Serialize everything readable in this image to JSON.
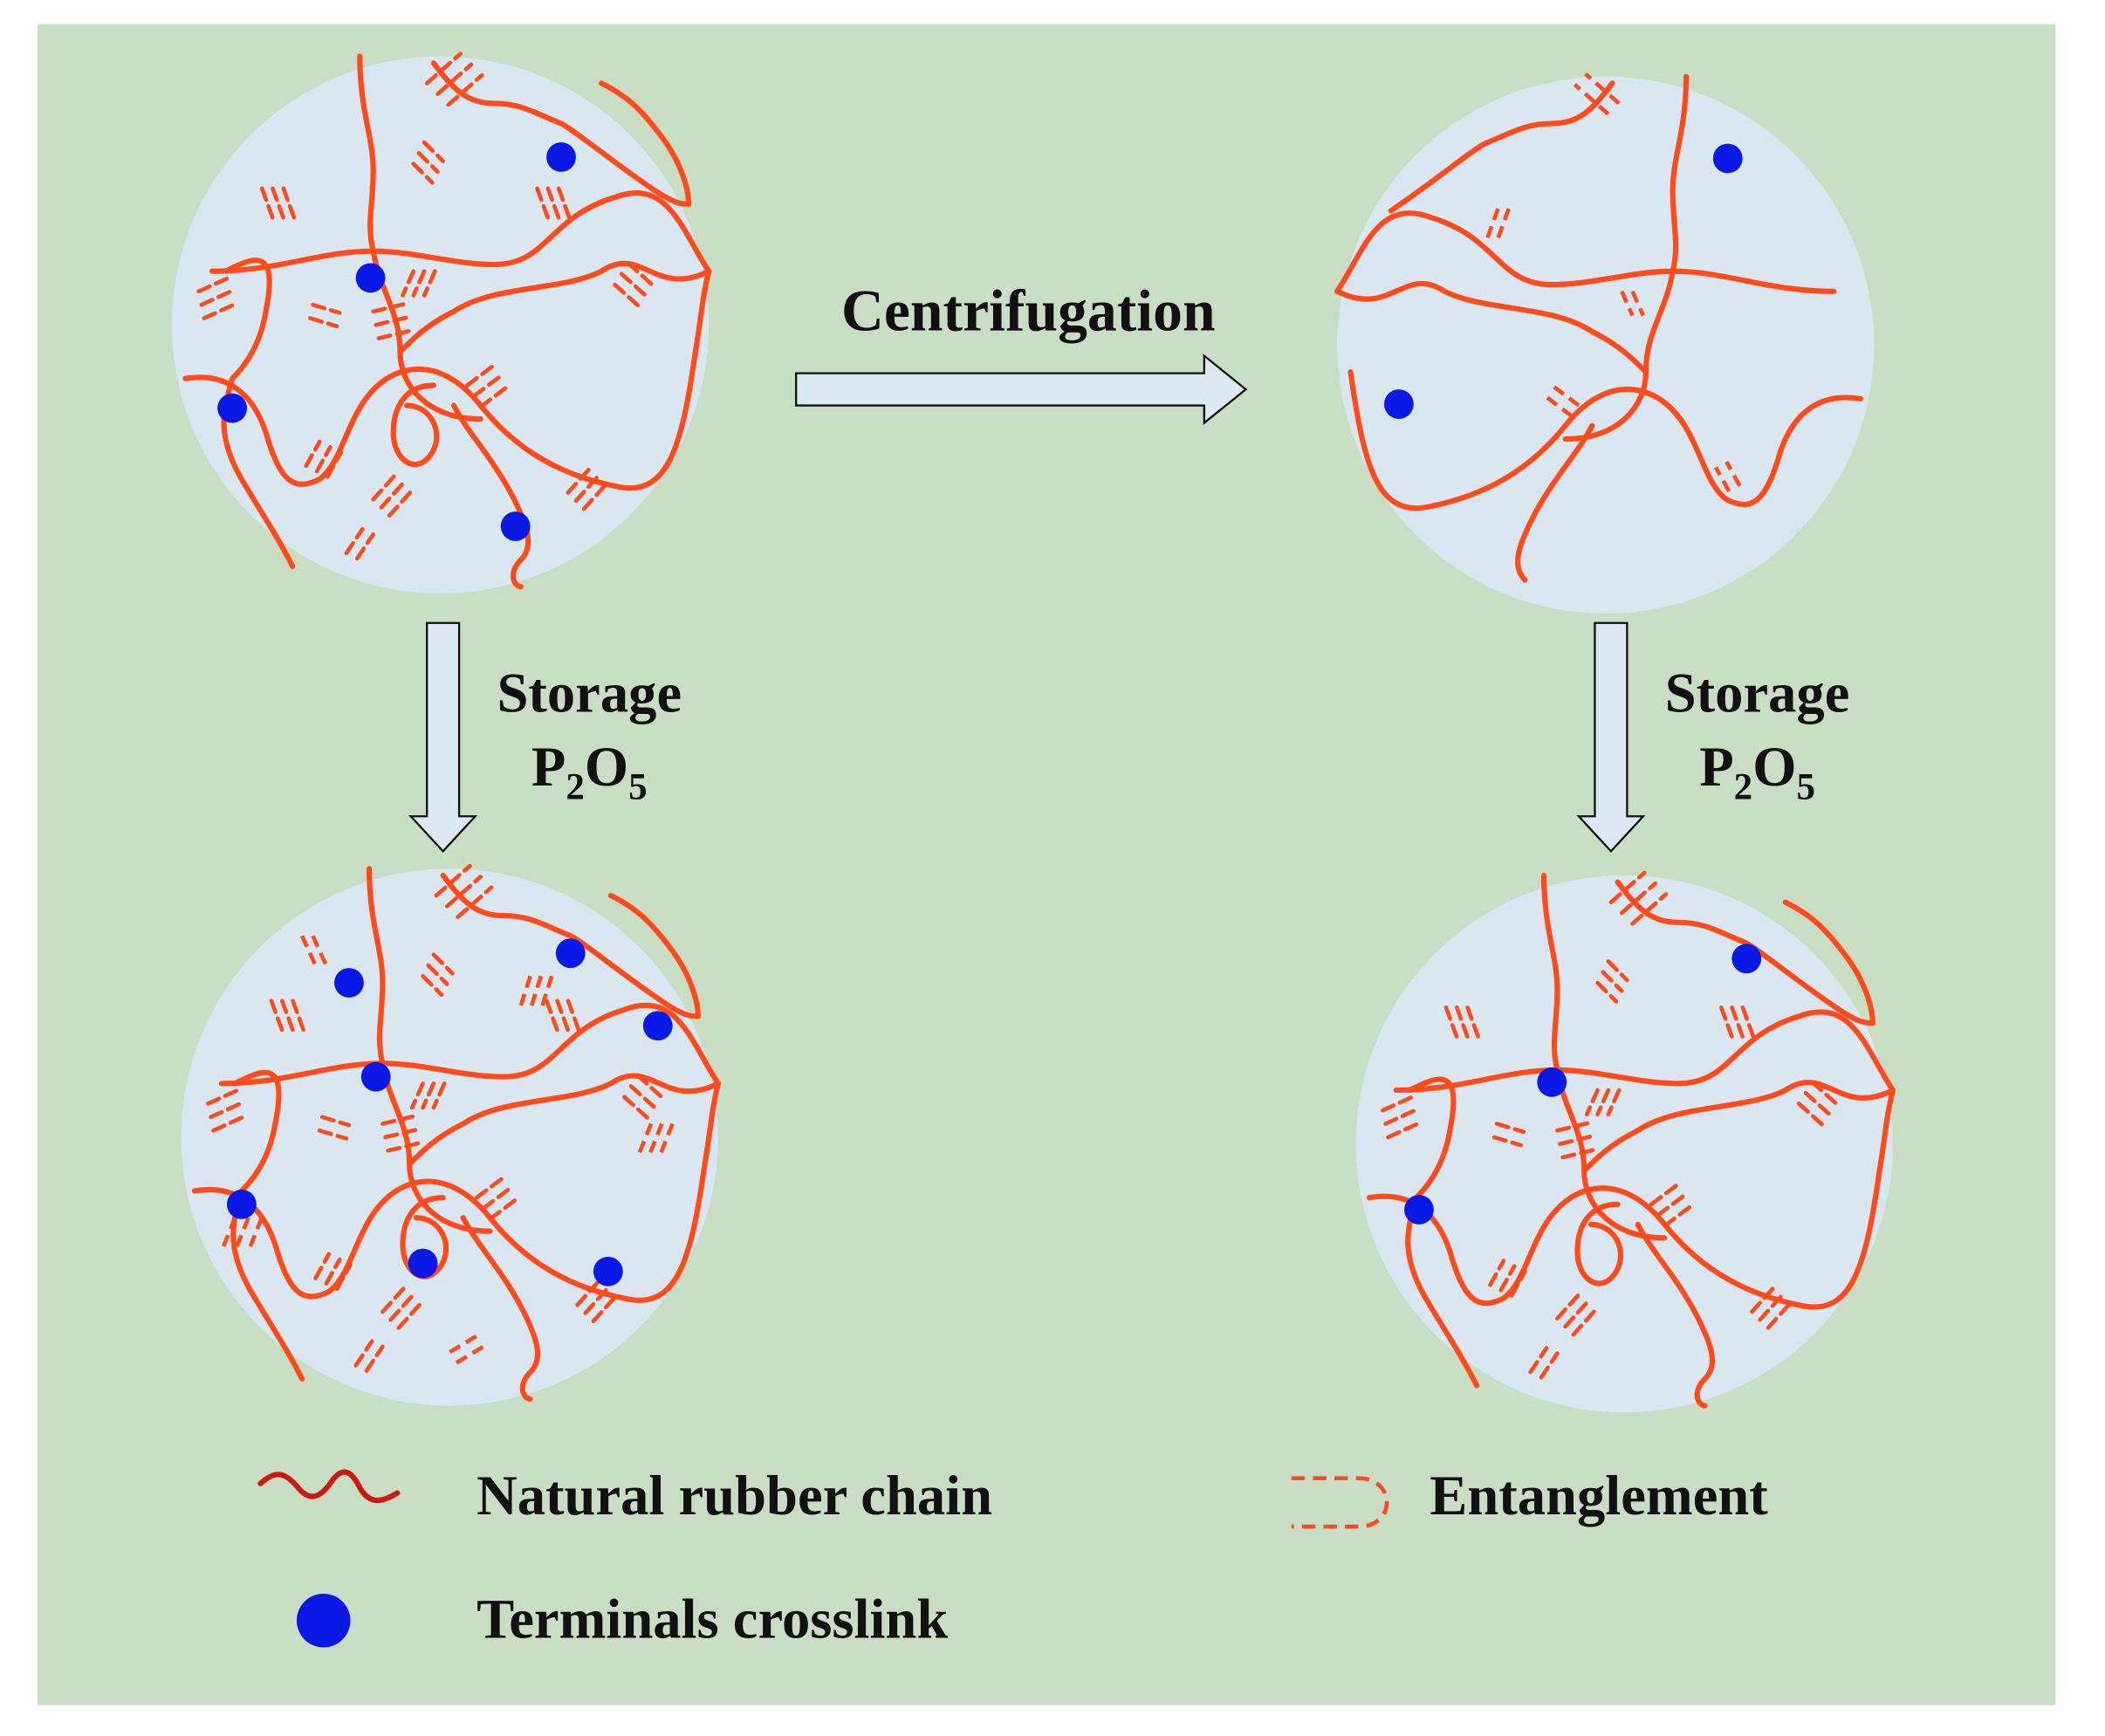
{
  "diagram": {
    "arrows": {
      "centrifugation": "Centrifugation",
      "storage_left": {
        "line1": "Storage",
        "line2_main": "P",
        "sub1": "2",
        "line2_mid": "O",
        "sub2": "5"
      },
      "storage_right": {
        "line1": "Storage",
        "line2_main": "P",
        "sub1": "2",
        "line2_mid": "O",
        "sub2": "5"
      }
    },
    "legend": {
      "chain": "Natural rubber chain",
      "entanglement": "Entanglement",
      "crosslink": "Terminals crosslink"
    },
    "colors": {
      "background": "#c9ddc4",
      "circle_fill": "#dae7f1",
      "chain": "#ff4a1c",
      "chain_legend": "#cc1a10",
      "crosslink": "#0a19e6",
      "arrow_fill": "#dde9f2"
    },
    "panels": [
      {
        "id": "top-left",
        "crosslinks": 4,
        "entanglement_level": "high"
      },
      {
        "id": "top-right",
        "crosslinks": 2,
        "entanglement_level": "low"
      },
      {
        "id": "bottom-left",
        "crosslinks": 7,
        "entanglement_level": "very high"
      },
      {
        "id": "bottom-right",
        "crosslinks": 3,
        "entanglement_level": "medium"
      }
    ]
  }
}
